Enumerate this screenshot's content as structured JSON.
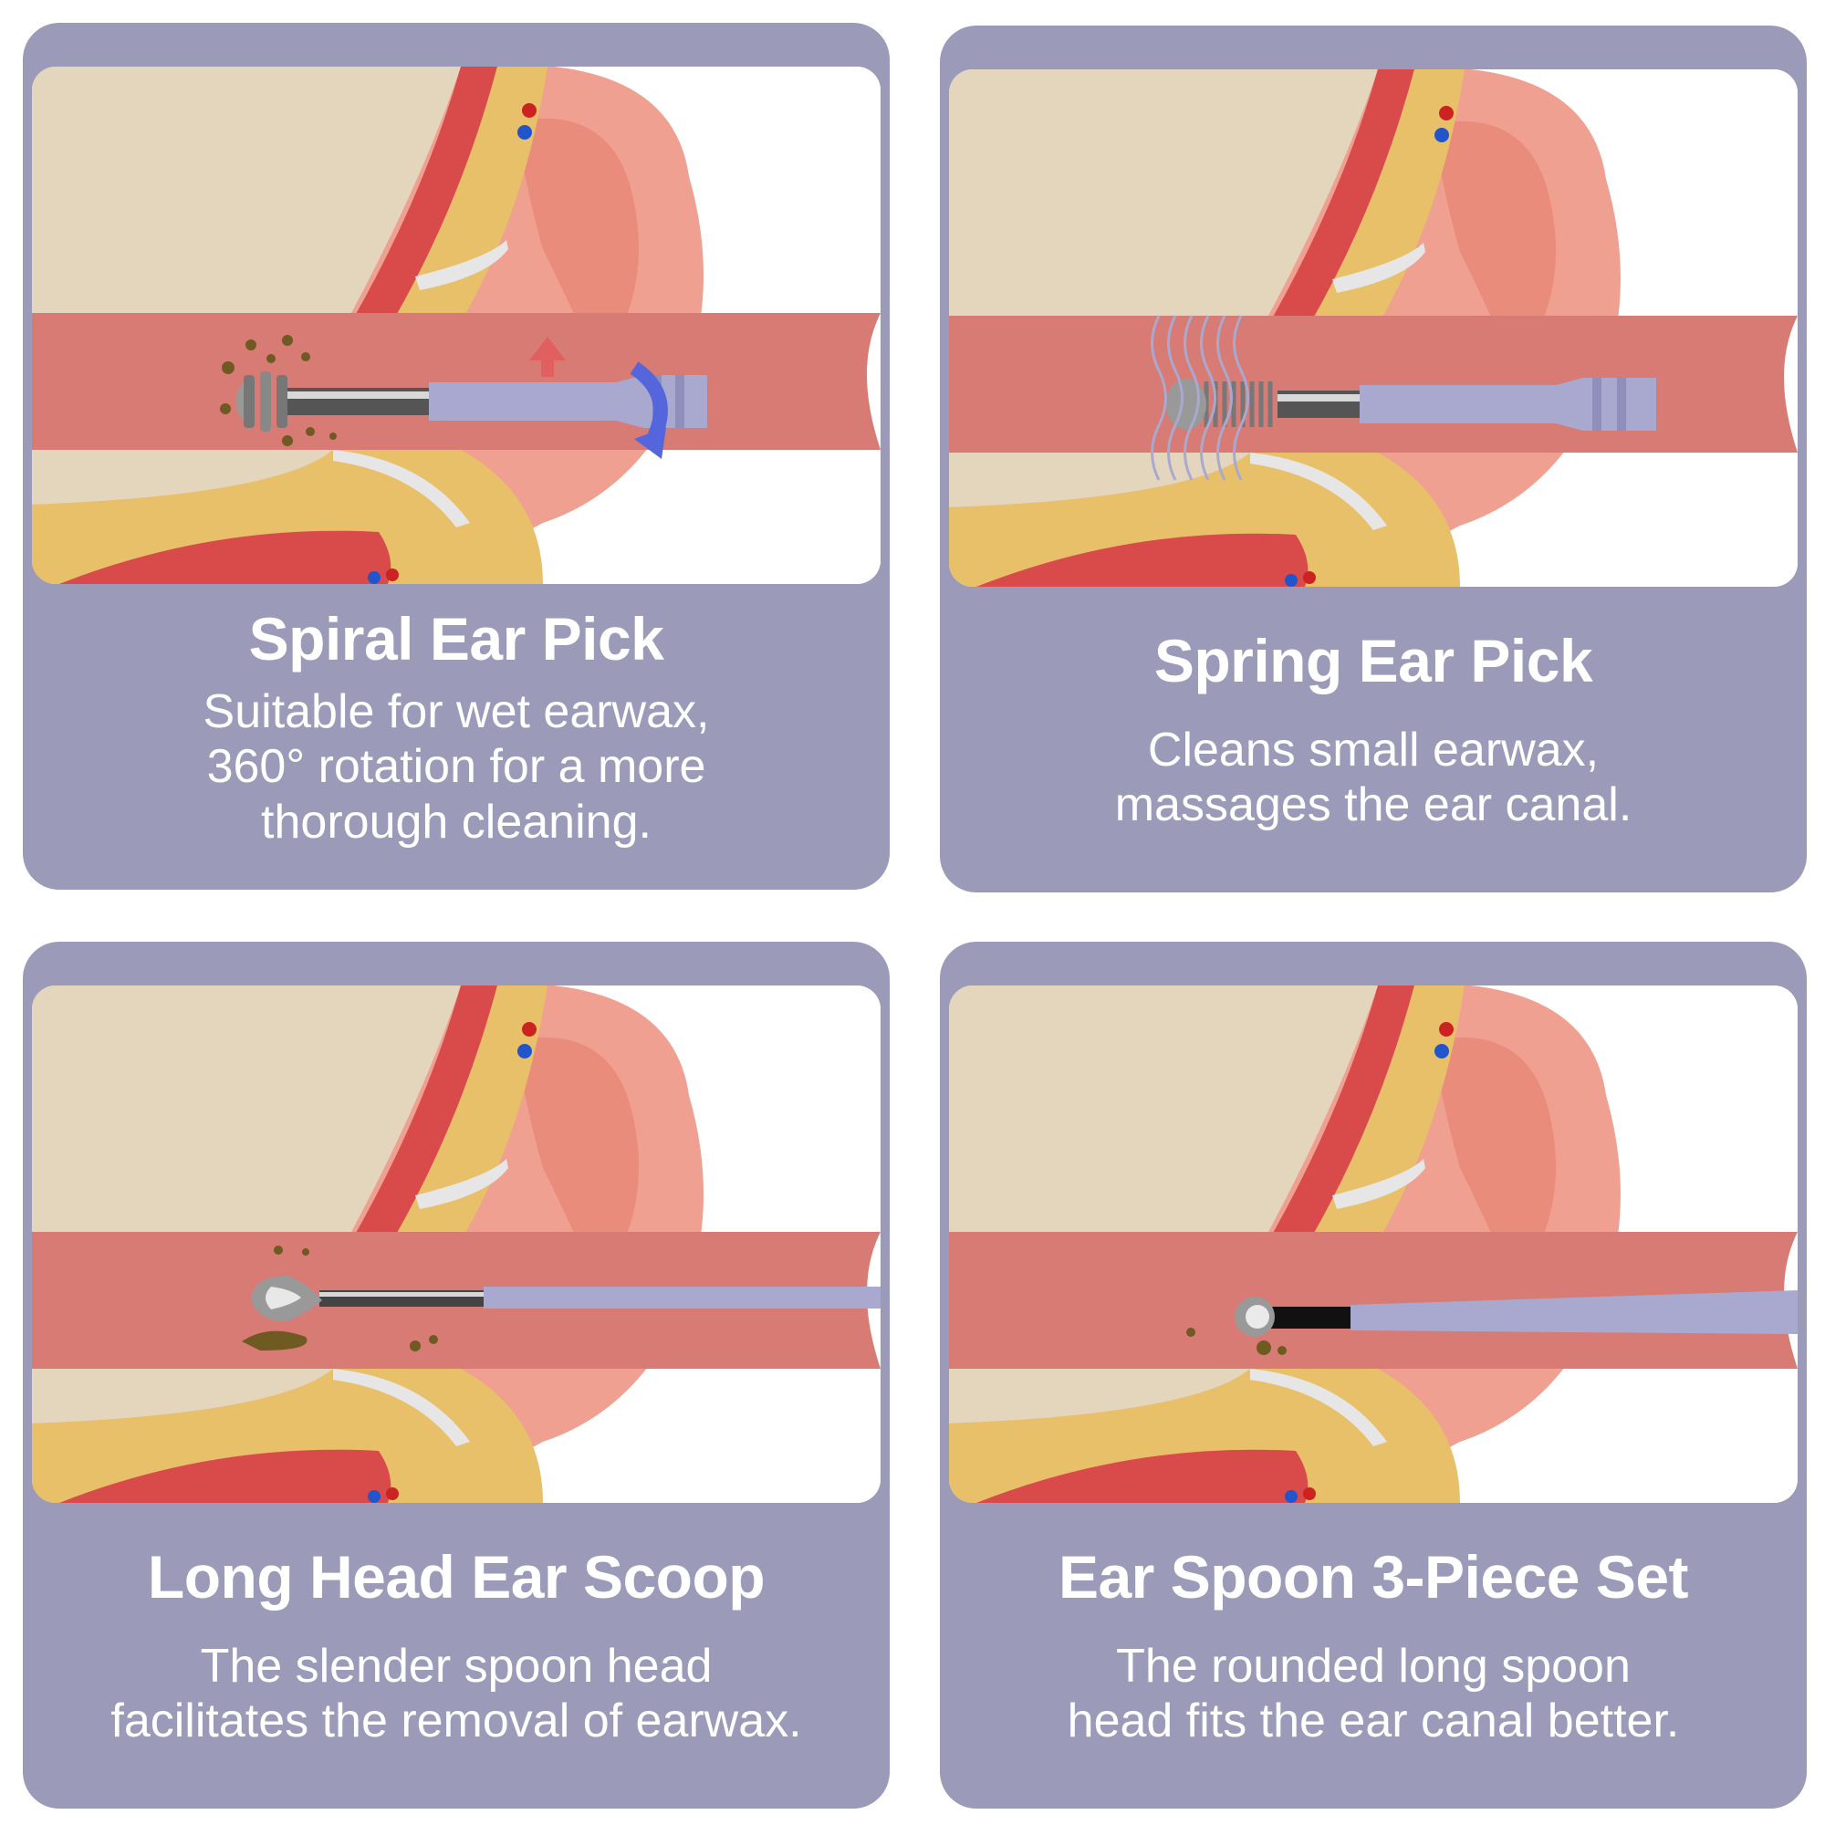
{
  "palette": {
    "card_bg": "#9b9bb9",
    "text": "#ffffff",
    "bone": "#e3d6bd",
    "skin": "#f0a090",
    "canal": "#d77b74",
    "cartilage": "#e8c06a",
    "muscle": "#d94a4a",
    "tool_handle": "#a9a9cf",
    "metal": "#9a9a9a",
    "earwax": "#6f5a22"
  },
  "cards": [
    {
      "title": "Spiral Ear Pick",
      "lines": [
        "Suitable for wet earwax,",
        "360° rotation for a more",
        "thorough cleaning."
      ],
      "tool": "spiral-ear-pick",
      "icons": [
        "rotation-arrow-icon"
      ]
    },
    {
      "title": "Spring Ear Pick",
      "lines": [
        "Cleans small earwax,",
        "massages the ear canal."
      ],
      "tool": "spring-ear-pick",
      "icons": [
        "vibration-waves-icon"
      ]
    },
    {
      "title": "Long Head Ear Scoop",
      "lines": [
        "The slender spoon head",
        "facilitates the removal of earwax."
      ],
      "tool": "long-head-ear-scoop"
    },
    {
      "title": "Ear Spoon 3-Piece Set",
      "lines": [
        "The rounded long spoon",
        "head fits the ear canal better."
      ],
      "tool": "ear-spoon"
    }
  ]
}
